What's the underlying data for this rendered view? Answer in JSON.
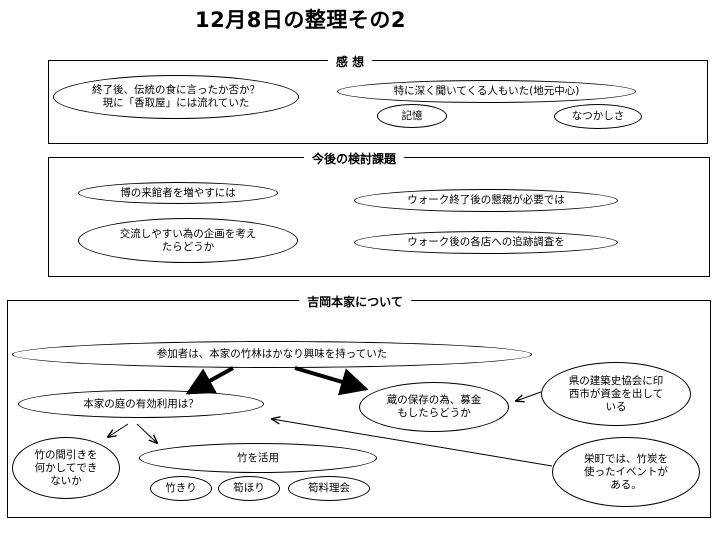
{
  "title": "12月8日の整理その2",
  "sections": {
    "impressions": {
      "label": "感 想",
      "nodes": {
        "dinner_comment": "終了後、伝統の食に言ったか否か？ 現に「香取屋」には流れていた",
        "locals_asked": "特に深く聞いてくる人もいた(地元中心)",
        "memory": "記憶",
        "nostalgia": "なつかしさ"
      }
    },
    "future_issues": {
      "label": "今後の検討課題",
      "nodes": {
        "more_visitors": "博の来館者を増やすには",
        "exchange_plan": "交流しやすい為の企画を考えたらどうか",
        "social_after_walk": "ウォーク終了後の懇親が必要では",
        "store_survey": "ウォーク後の各店への追跡調査を"
      }
    },
    "yoshioka": {
      "label": "吉岡本家について",
      "nodes": {
        "bamboo_interest": "参加者は、本家の竹林はかなり興味を持っていた",
        "garden_use": "本家の庭の有効利用は？",
        "storehouse_fund": "蔵の保存の為、募金もしたらどうか",
        "prefecture_fund": "県の建築史協会に印西市が資金を出している",
        "thinning": "竹の間引きを何かしてできないか",
        "bamboo_use": "竹を活用",
        "bamboo_cutting": "竹きり",
        "shoot_digging": "筍ほり",
        "shoot_cooking": "筍料理会",
        "sakaemachi_event": "栄町では、竹炭を使ったイベントがある。"
      }
    }
  }
}
